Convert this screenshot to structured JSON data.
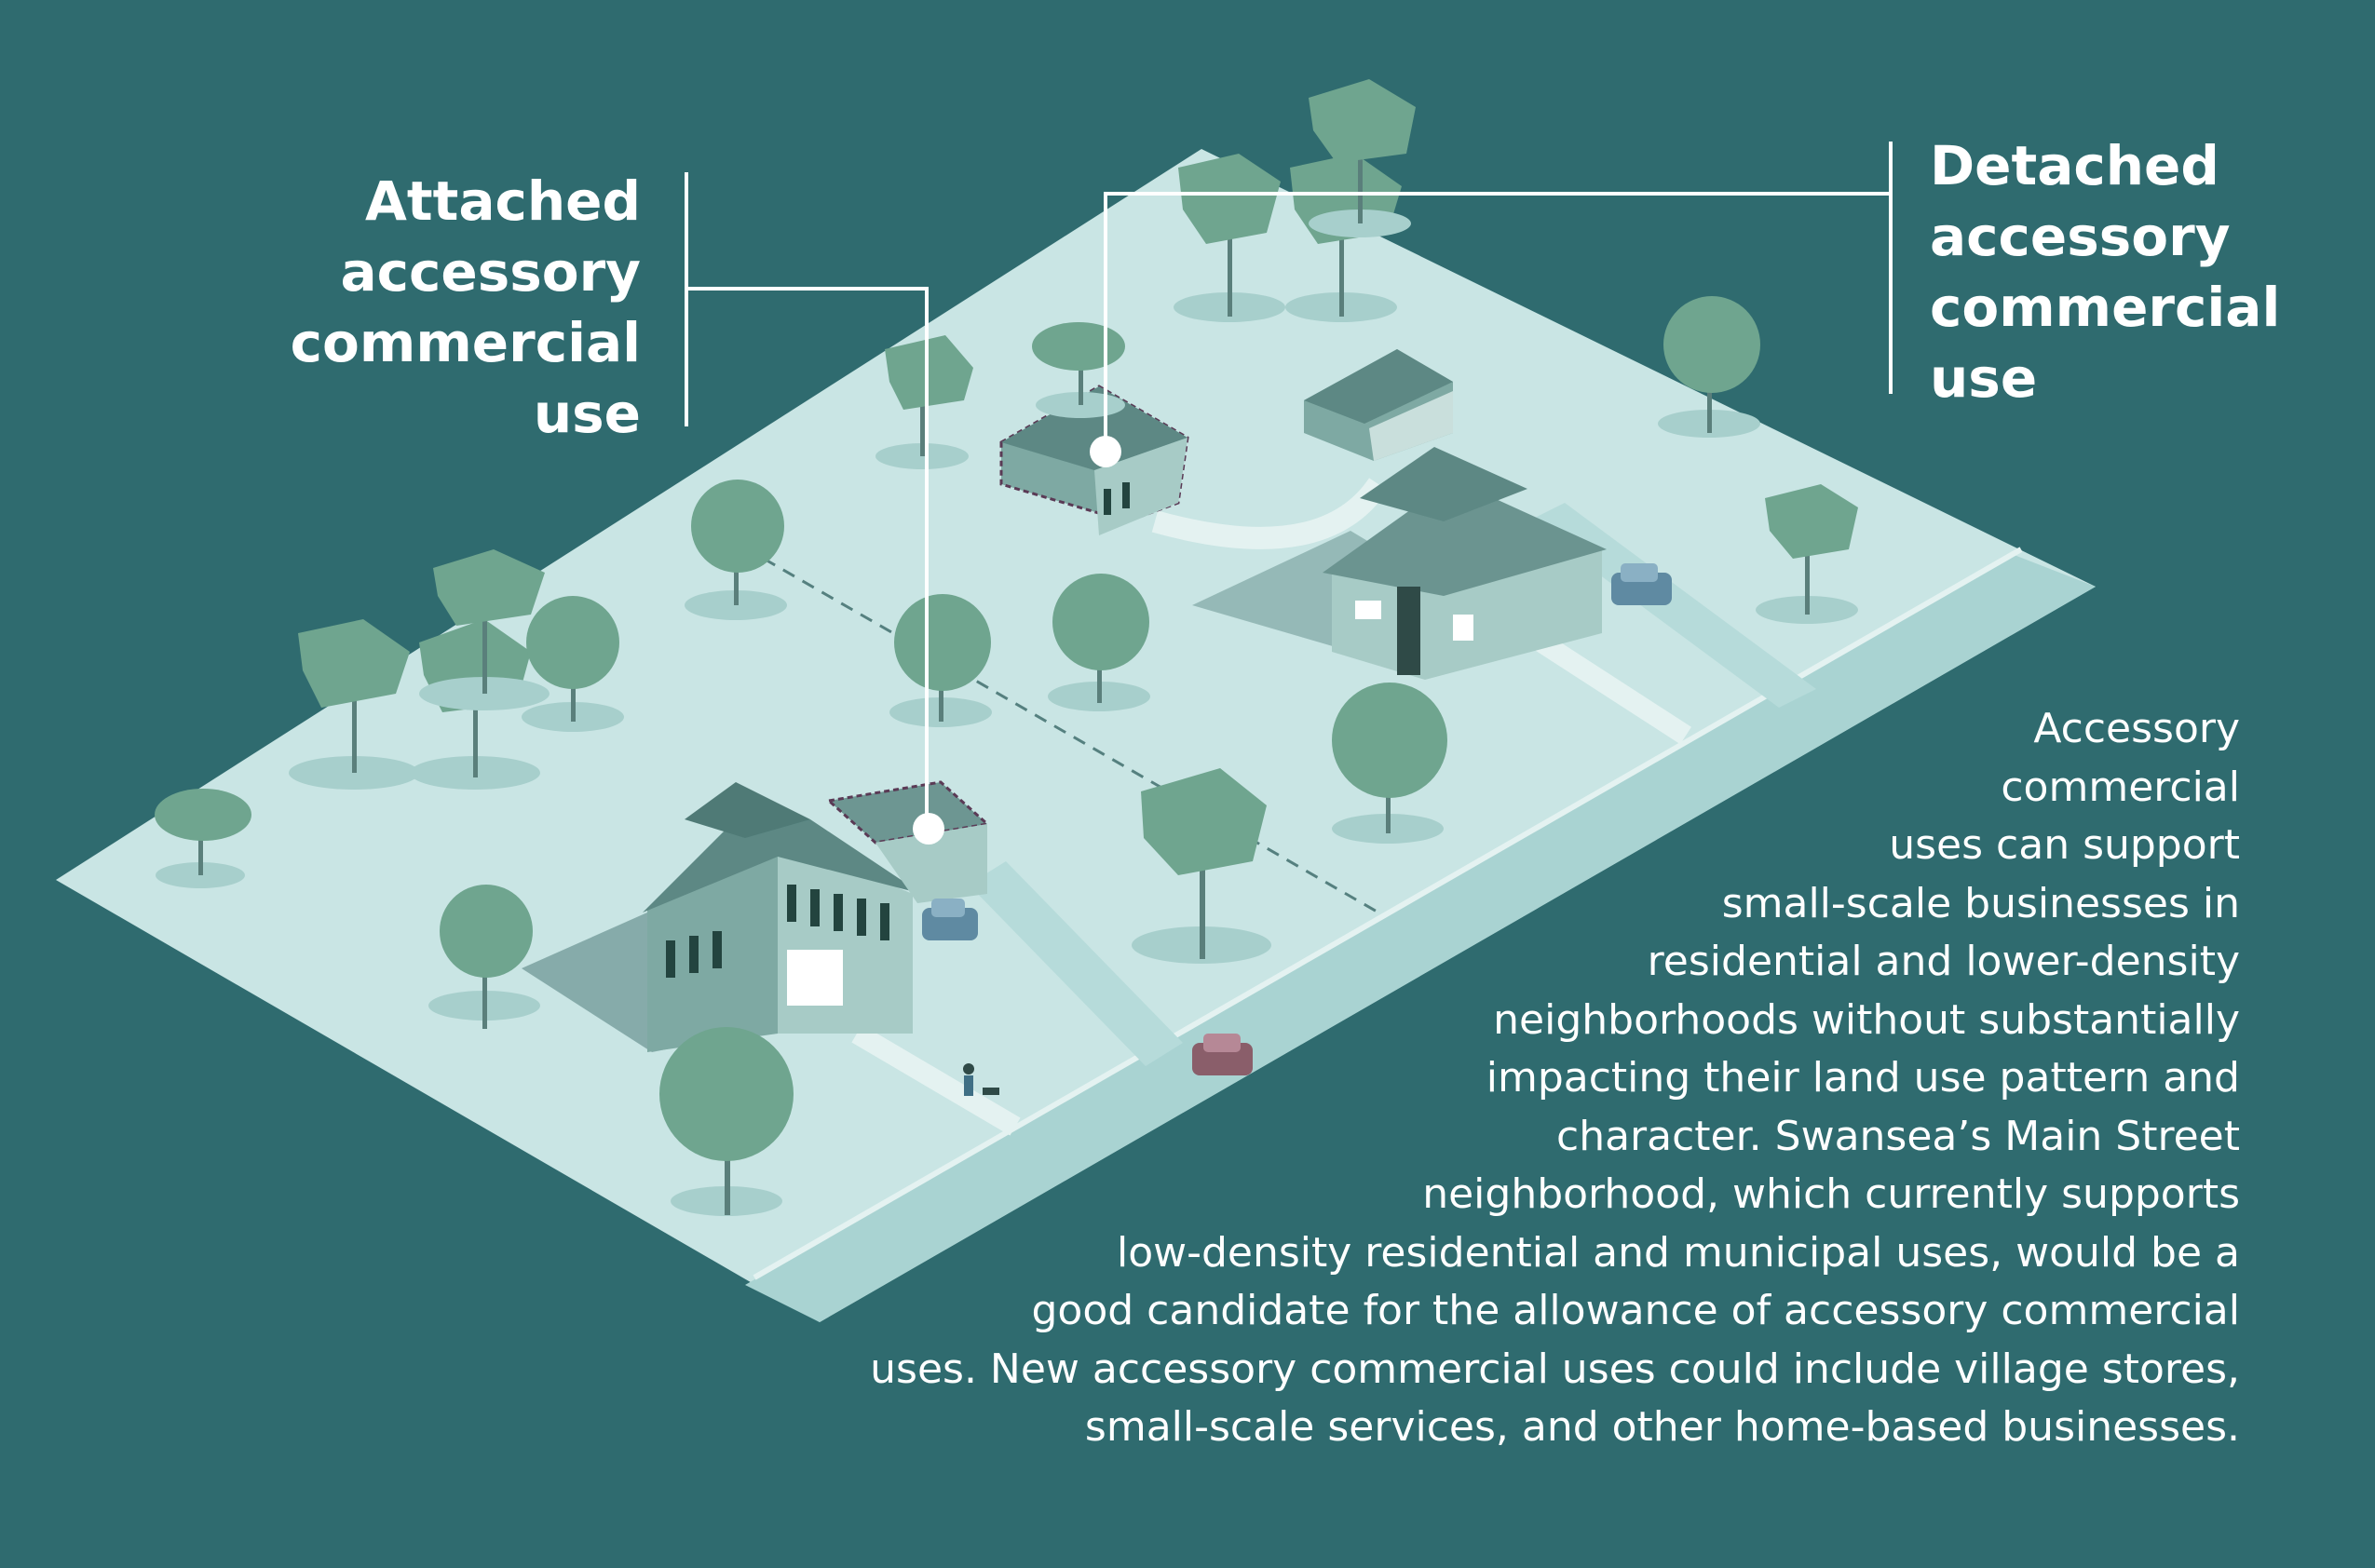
{
  "colors": {
    "background": "#2f6b6f",
    "ground": "#c9e5e4",
    "road": "#a9d3d2",
    "tree": "#6fa58f",
    "house": "#6f9a96",
    "leader_line": "#ffffff"
  },
  "labels": {
    "attached": [
      "Attached",
      "accessory",
      "commercial",
      "use"
    ],
    "detached": [
      "Detached",
      "accessory",
      "commercial",
      "use"
    ]
  },
  "description_lines": [
    "Accessory",
    "commercial",
    "uses can support",
    "small-scale businesses in",
    "residential and lower-density",
    "neighborhoods without substantially",
    "impacting their land use pattern and",
    "character. Swansea’s Main Street",
    "neighborhood, which currently supports",
    "low-density residential and municipal uses, would be a",
    "good candidate for the allowance of accessory commercial",
    "uses. New accessory commercial uses could include village stores,",
    "small-scale services, and other home-based businesses."
  ],
  "icons": {
    "trees": "tree-icon",
    "houses": "house-icon",
    "cars": "car-icon",
    "pin": "location-pin-icon"
  }
}
